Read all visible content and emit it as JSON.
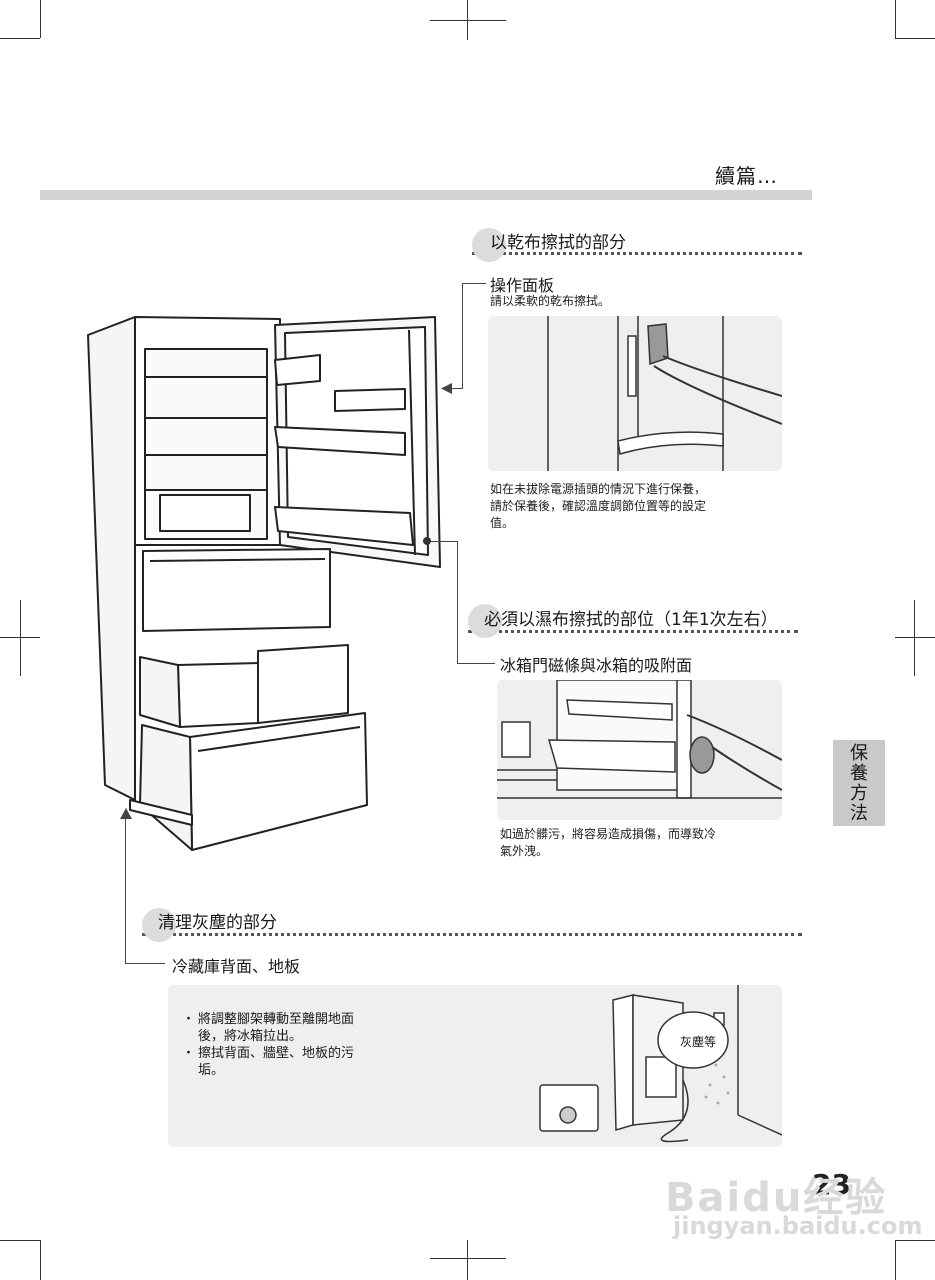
{
  "header": {
    "continue_text": "續篇…"
  },
  "side_tab": {
    "chars": [
      "保",
      "養",
      "方",
      "法"
    ]
  },
  "section_dry": {
    "title": "以乾布擦拭的部分",
    "item_title": "操作面板",
    "instruction": "請以柔軟的乾布擦拭。",
    "note_lines": [
      "如在未拔除電源插頭的情況下進行保養，",
      "請於保養後，確認溫度調節位置等的設定",
      "值。"
    ]
  },
  "section_wet": {
    "title": "必須以濕布擦拭的部位（1年1次左右）",
    "item_title": "冰箱門磁條與冰箱的吸附面",
    "note_lines": [
      "如過於髒污，將容易造成損傷，而導致冷",
      "氣外洩。"
    ]
  },
  "section_dust": {
    "title": "清理灰塵的部分",
    "item_title": "冷藏庫背面、地板",
    "bullets": [
      [
        "將調整腳架轉動至離開地面",
        "後，將冰箱拉出。"
      ],
      [
        "擦拭背面、牆壁、地板的污",
        "垢。"
      ]
    ],
    "callout": "灰塵等"
  },
  "page_number": "23",
  "watermark": {
    "logo": "Baidu经验",
    "url": "jingyan.baidu.com"
  }
}
